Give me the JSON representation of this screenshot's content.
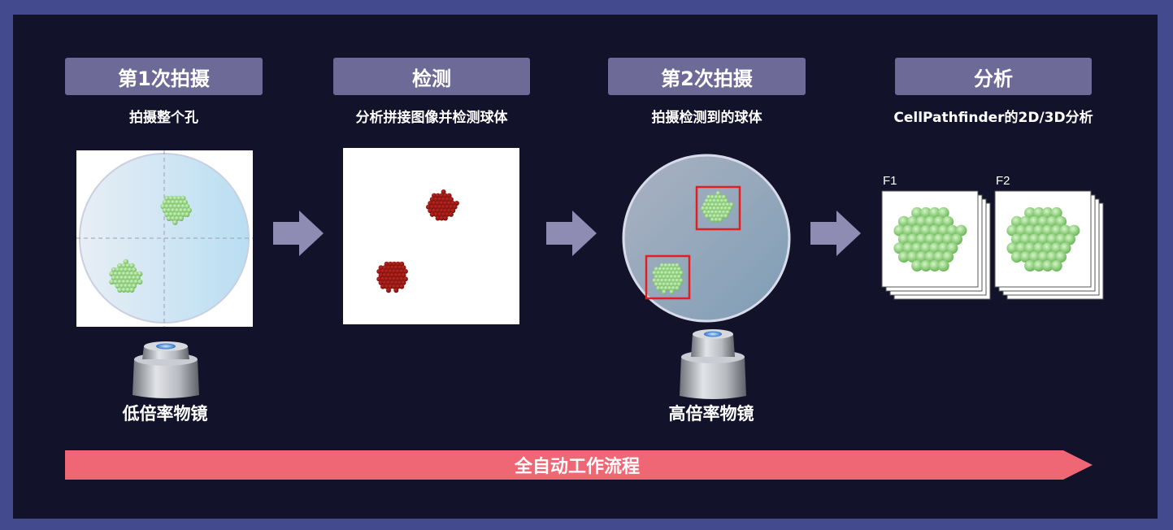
{
  "steps": [
    {
      "title": "第1次拍摄",
      "subtitle": "拍摄整个孔"
    },
    {
      "title": "检测",
      "subtitle": "分析拼接图像并检测球体"
    },
    {
      "title": "第2次拍摄",
      "subtitle": "拍摄检测到的球体"
    },
    {
      "title": "分析",
      "subtitle": "CellPathfinder的2D/3D分析"
    }
  ],
  "objectives": {
    "low": "低倍率物镜",
    "high": "高倍率物镜"
  },
  "frames": [
    "F1",
    "F2"
  ],
  "workflow_banner": "全自动工作流程",
  "colors": {
    "background": "#12132b",
    "border": "#444a8e",
    "label_box": "#6e6a98",
    "arrow": "#8f8cb3",
    "banner": "#ef6675",
    "detect_box": "#e02020",
    "spheroid_green": "#7fcf6a",
    "spheroid_red": "#8a1010"
  },
  "icons": [
    "arrow-right-icon",
    "objective-lens-icon"
  ]
}
